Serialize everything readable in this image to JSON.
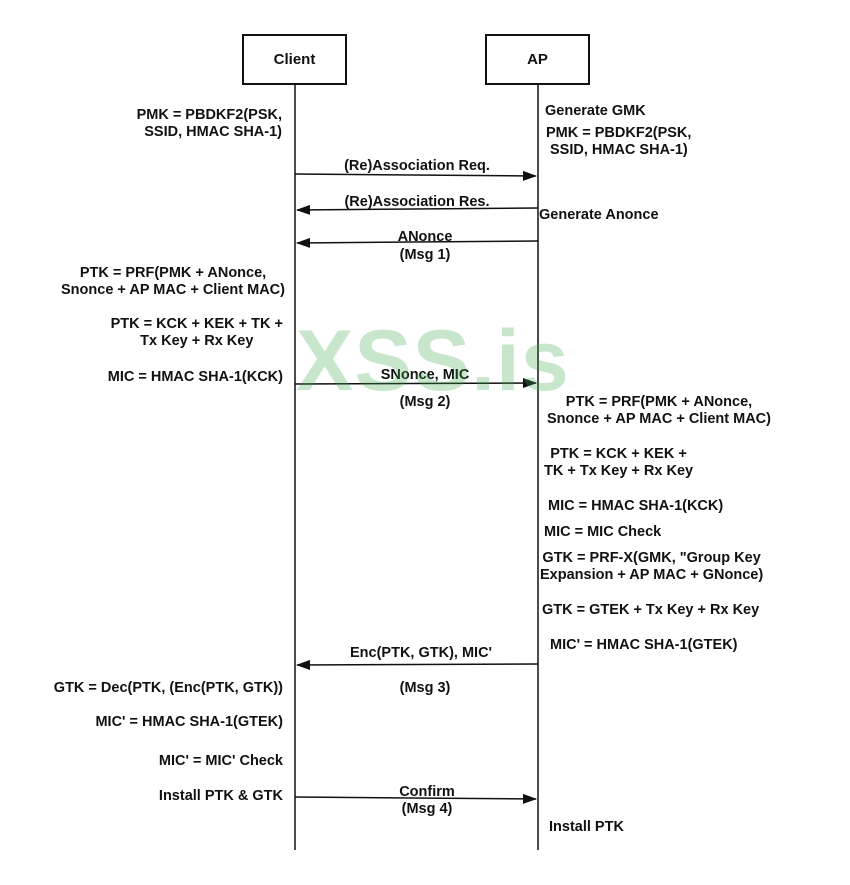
{
  "participants": {
    "client": "Client",
    "ap": "AP"
  },
  "notes": {
    "client_pmk": [
      "PMK = PBDKF2(PSK,",
      "SSID, HMAC SHA-1)"
    ],
    "ap_gmk": "Generate GMK",
    "ap_pmk": [
      "PMK = PBDKF2(PSK,",
      "SSID, HMAC SHA-1)"
    ],
    "ap_anonce": "Generate Anonce",
    "client_ptk_prf": [
      "PTK = PRF(PMK + ANonce,",
      "Snonce + AP MAC + Client MAC)"
    ],
    "client_ptk_parts": [
      "PTK = KCK + KEK + TK +",
      "Tx Key + Rx Key"
    ],
    "client_mic": "MIC = HMAC SHA-1(KCK)",
    "ap_ptk_prf": [
      "PTK = PRF(PMK + ANonce,",
      "Snonce + AP MAC + Client MAC)"
    ],
    "ap_ptk_parts": [
      "PTK = KCK + KEK +",
      "TK + Tx Key + Rx Key"
    ],
    "ap_mic": "MIC = HMAC SHA-1(KCK)",
    "ap_mic_check": "MIC = MIC Check",
    "ap_gtk_prf": [
      "GTK = PRF-X(GMK, \"Group Key",
      "Expansion + AP MAC + GNonce)"
    ],
    "ap_gtk_parts": "GTK = GTEK + Tx Key + Rx Key",
    "ap_mic2": "MIC' = HMAC SHA-1(GTEK)",
    "client_gtk_dec": "GTK = Dec(PTK, (Enc(PTK, GTK))",
    "client_mic2": "MIC' = HMAC SHA-1(GTEK)",
    "client_mic2_check": "MIC' = MIC' Check",
    "client_install": "Install PTK & GTK",
    "ap_install": "Install PTK"
  },
  "messages": {
    "assoc_req": "(Re)Association Req.",
    "assoc_res": "(Re)Association Res.",
    "msg1_title": "ANonce",
    "msg1_num": "(Msg 1)",
    "msg2_title": "SNonce, MIC",
    "msg2_num": "(Msg 2)",
    "msg3_title": "Enc(PTK, GTK), MIC'",
    "msg3_num": "(Msg 3)",
    "msg4_title": "Confirm",
    "msg4_num": "(Msg 4)"
  },
  "watermark": "XSS.is"
}
